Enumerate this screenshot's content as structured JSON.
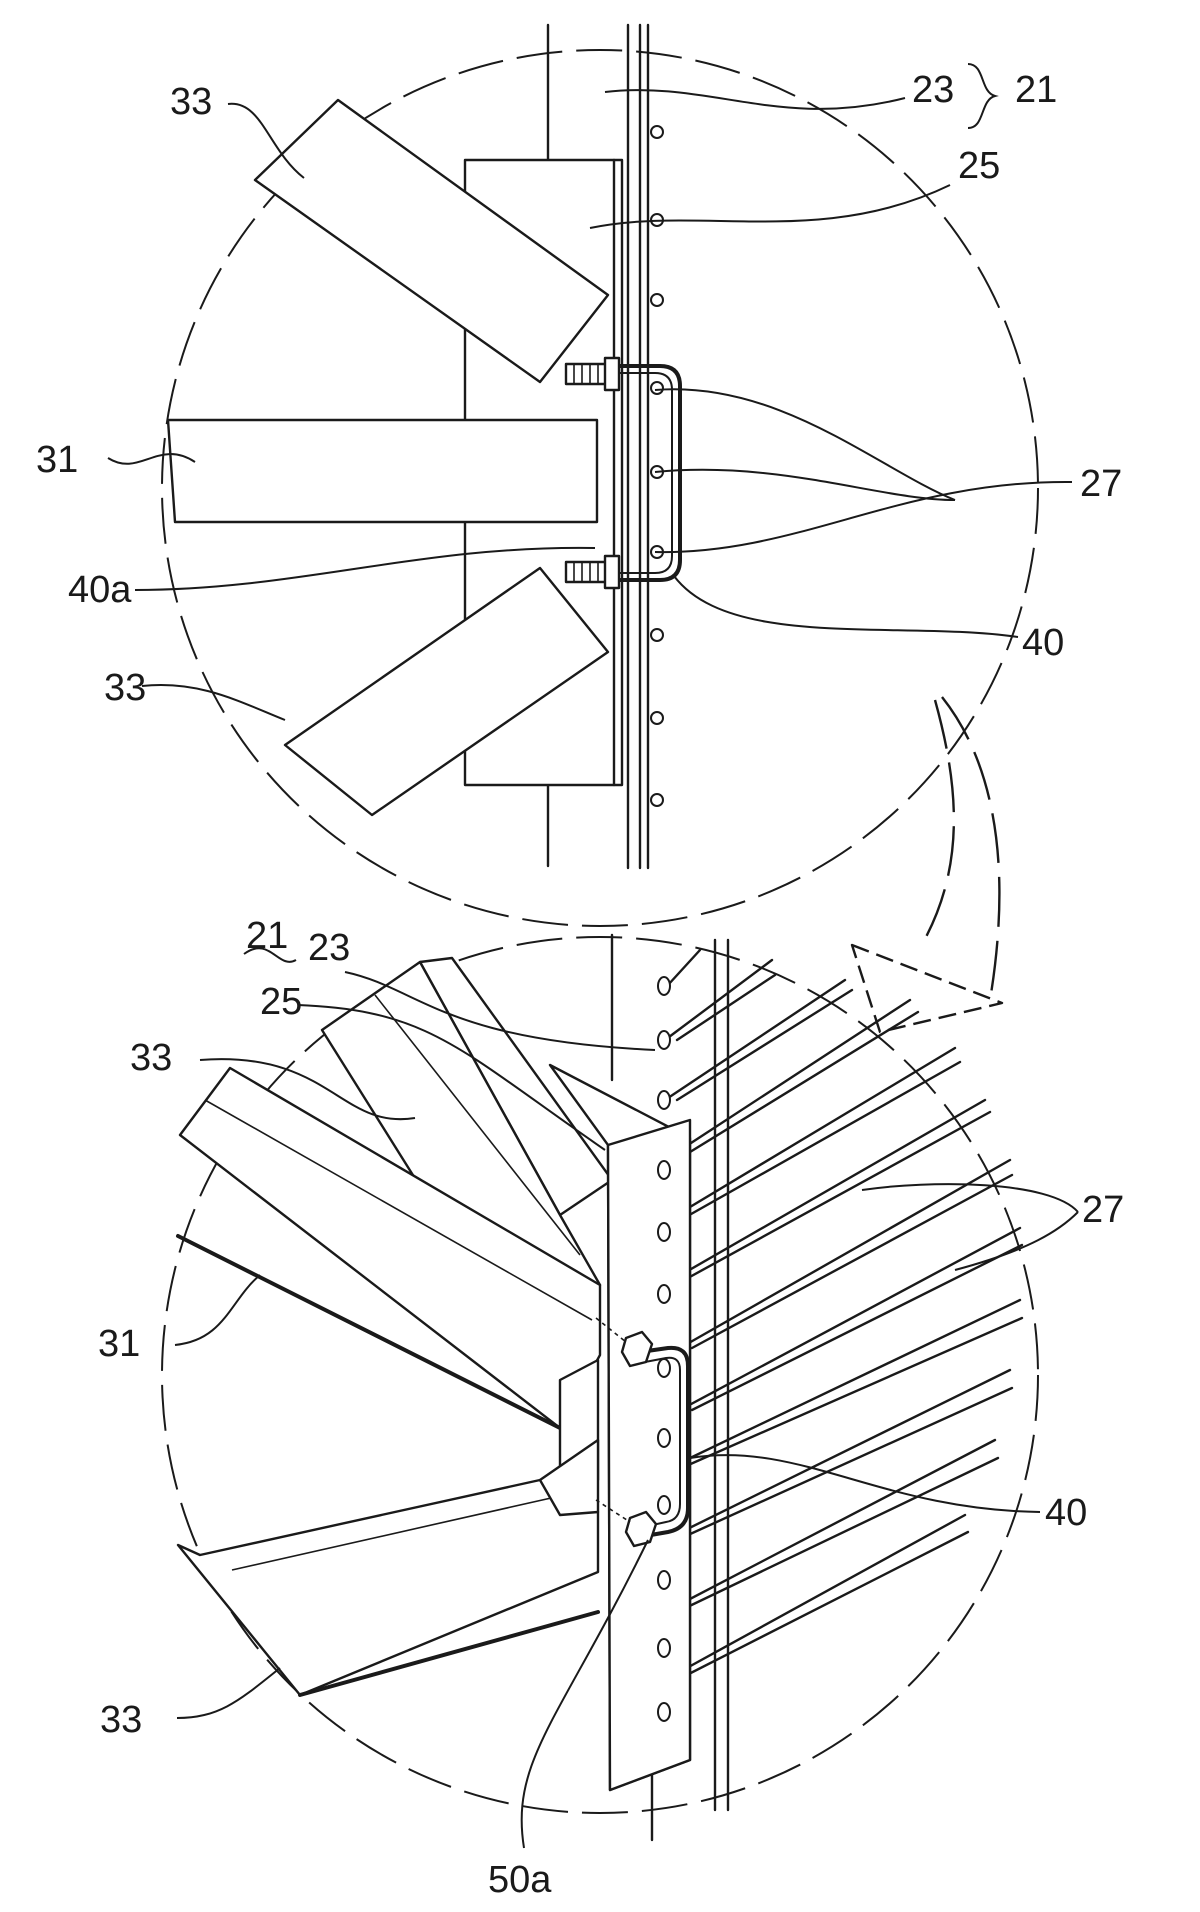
{
  "figure": {
    "top_view": {
      "labels": {
        "l21": "21",
        "l23": "23",
        "l25": "25",
        "l27": "27",
        "l31": "31",
        "l33a": "33",
        "l33b": "33",
        "l40": "40",
        "l40a": "40a"
      }
    },
    "bottom_view": {
      "labels": {
        "l21": "21",
        "l23": "23",
        "l25": "25",
        "l27": "27",
        "l31": "31",
        "l33a": "33",
        "l33b": "33",
        "l40": "40",
        "l50a": "50a"
      }
    }
  }
}
